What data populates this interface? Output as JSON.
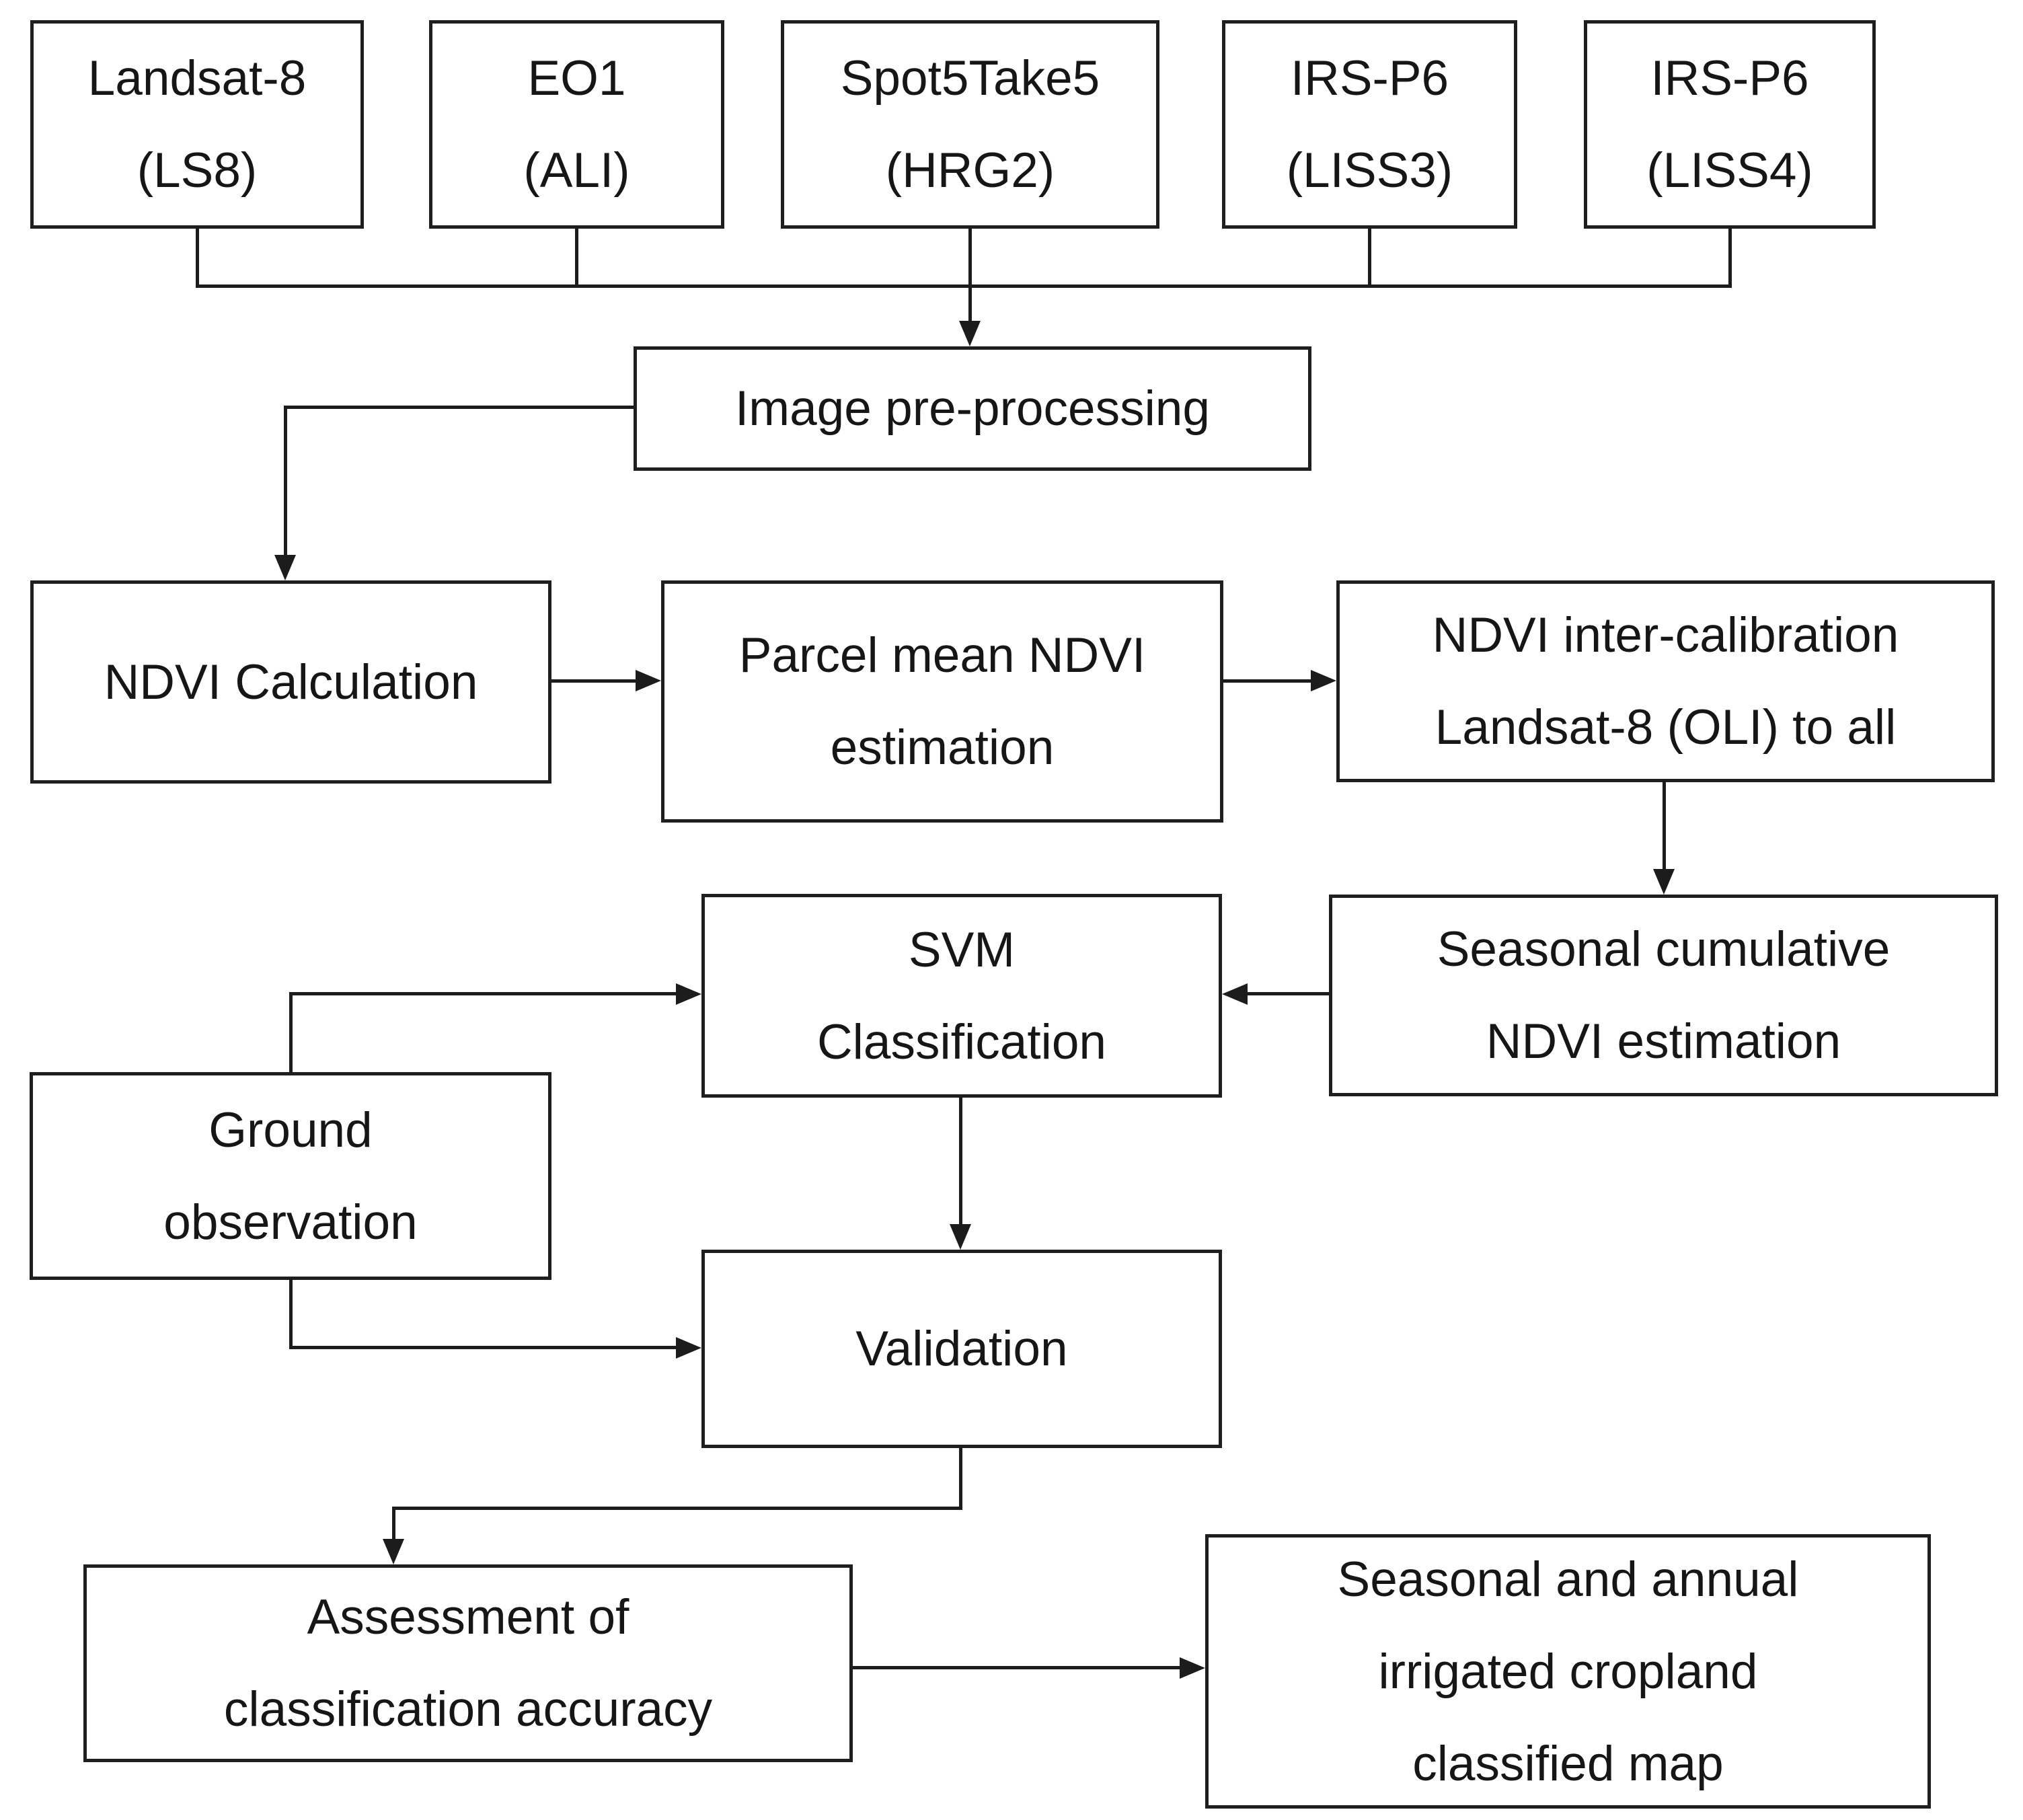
{
  "colors": {
    "background": "#ffffff",
    "line": "#1c1c1c",
    "text": "#161616"
  },
  "nodes": {
    "landsat8": {
      "label": "Landsat-8\n(LS8)"
    },
    "eo1": {
      "label": "EO1\n(ALI)"
    },
    "spot5": {
      "label": "Spot5Take5\n(HRG2)"
    },
    "irs_liss3": {
      "label": "IRS-P6\n(LISS3)"
    },
    "irs_liss4": {
      "label": "IRS-P6\n(LISS4)"
    },
    "preprocessing": {
      "label": "Image pre-processing"
    },
    "ndvi_calculation": {
      "label": "NDVI Calculation"
    },
    "parcel_mean_ndvi": {
      "label": "Parcel mean NDVI\nestimation"
    },
    "ndvi_intercalibration": {
      "label": "NDVI inter-calibration\nLandsat-8 (OLI) to all"
    },
    "seasonal_cumulative": {
      "label": "Seasonal cumulative\nNDVI estimation"
    },
    "svm_classification": {
      "label": "SVM\nClassification"
    },
    "ground_observation": {
      "label": "Ground\nobservation"
    },
    "validation": {
      "label": "Validation"
    },
    "assessment": {
      "label": "Assessment of\nclassification accuracy"
    },
    "final_map": {
      "label": "Seasonal and annual\nirrigated cropland\nclassified map"
    }
  },
  "edges": [
    {
      "from": "landsat8",
      "to": "preprocessing"
    },
    {
      "from": "eo1",
      "to": "preprocessing"
    },
    {
      "from": "spot5",
      "to": "preprocessing"
    },
    {
      "from": "irs_liss3",
      "to": "preprocessing"
    },
    {
      "from": "irs_liss4",
      "to": "preprocessing"
    },
    {
      "from": "preprocessing",
      "to": "ndvi_calculation"
    },
    {
      "from": "ndvi_calculation",
      "to": "parcel_mean_ndvi"
    },
    {
      "from": "parcel_mean_ndvi",
      "to": "ndvi_intercalibration"
    },
    {
      "from": "ndvi_intercalibration",
      "to": "seasonal_cumulative"
    },
    {
      "from": "seasonal_cumulative",
      "to": "svm_classification"
    },
    {
      "from": "ground_observation",
      "to": "svm_classification"
    },
    {
      "from": "svm_classification",
      "to": "validation"
    },
    {
      "from": "ground_observation",
      "to": "validation"
    },
    {
      "from": "validation",
      "to": "assessment"
    },
    {
      "from": "assessment",
      "to": "final_map"
    }
  ]
}
